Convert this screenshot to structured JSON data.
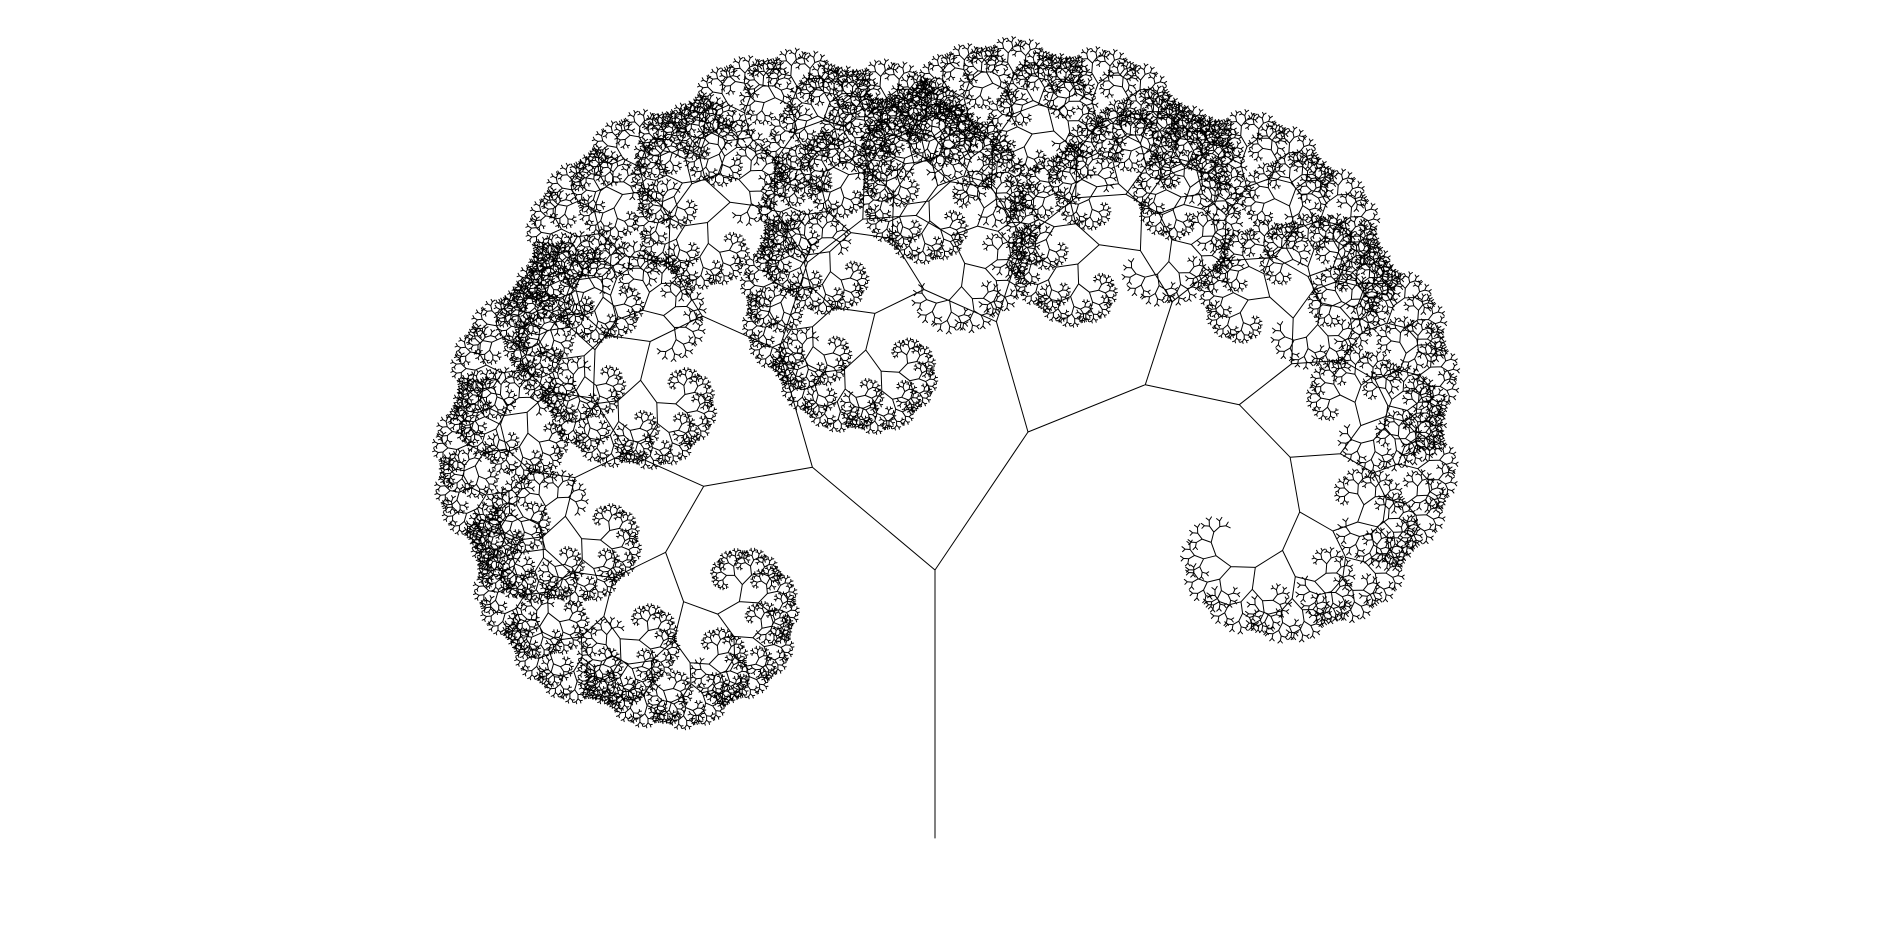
{
  "figure": {
    "kind": "fractal-tree",
    "background_color": "#ffffff",
    "line_color": "#000000",
    "trunk_angle_deg": -90,
    "branch_rule": {
      "branches_per_node": 2,
      "left_turn_deg": -50,
      "right_turn_deg": 34,
      "left_length_ratio": 0.69,
      "right_length_ratio": 0.76,
      "recursion_depth": 13
    }
  }
}
